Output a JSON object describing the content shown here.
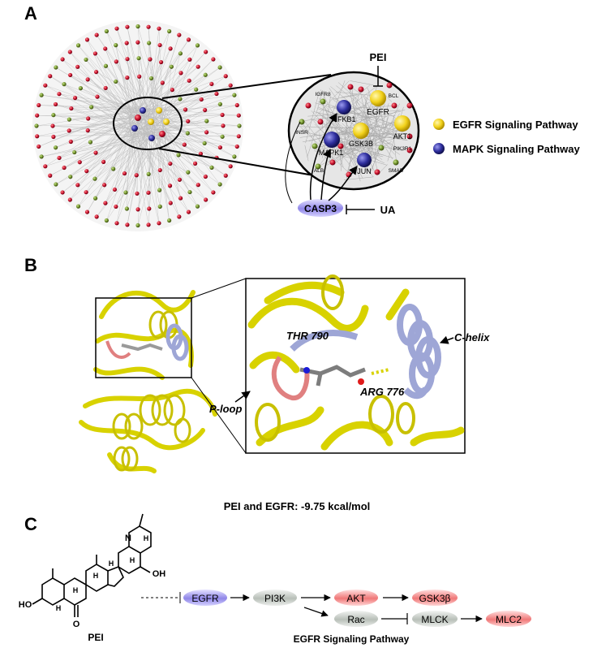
{
  "panel_a": {
    "label": "A",
    "inhibitor_top": "PEI",
    "inhibitor_bottom": "UA",
    "source_node": "CASP3",
    "zoom_nodes": [
      "NFKB1",
      "EGFR",
      "GSK3B",
      "AKT1",
      "MAPK1",
      "JUN",
      "PIK3R1",
      "INSR",
      "ALB",
      "SMAD",
      "IGFR8",
      "BCL"
    ],
    "legend": [
      {
        "label": "EGFR Signaling Pathway",
        "color": "#f2d21b"
      },
      {
        "label": "MAPK Signaling Pathway",
        "color": "#2f2f9e"
      }
    ],
    "node_colors": {
      "red": "#c8102e",
      "green": "#6f8f2a",
      "yellow": "#f2d21b",
      "blue": "#2f2f9e"
    }
  },
  "panel_b": {
    "label": "B",
    "residue_thr": "THR 790",
    "residue_arg": "ARG 776",
    "c_helix": "C-helix",
    "p_loop": "P-loop",
    "binding_text": "PEI and EGFR: -9.75 kcal/mol"
  },
  "panel_c": {
    "label": "C",
    "compound_label": "PEI",
    "pathway_title": "EGFR Signaling Pathway",
    "nodes": {
      "egfr": "EGFR",
      "pi3k": "PI3K",
      "akt": "AKT",
      "gsk3b": "GSK3β",
      "rac": "Rac",
      "mlck": "MLCK",
      "mlc2": "MLC2"
    },
    "atoms": {
      "n": "N",
      "h": "H",
      "oh": "OH",
      "ho": "HO",
      "o": "O"
    },
    "colors": {
      "blue": "#8f86e8",
      "gray": "#c9cfc9",
      "red": "#f08a8a"
    }
  }
}
